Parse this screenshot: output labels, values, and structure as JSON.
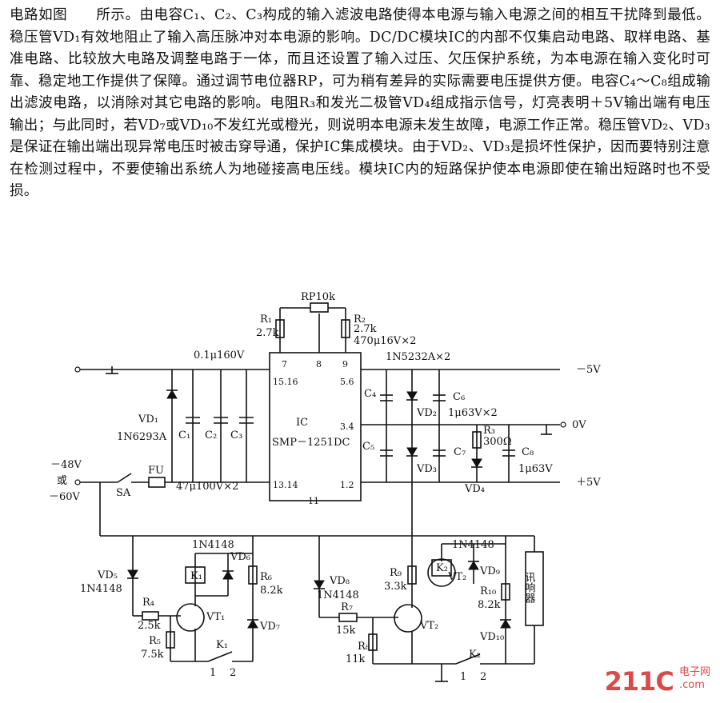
{
  "paragraph": "电路如图　　所示。由电容C₁、C₂、C₃构成的输入滤波电路使得本电源与输入电源之间的相互干扰降到最低。稳压管VD₁有效地阻止了输入高压脉冲对本电源的影响。DC/DC模块IC的内部不仅集启动电路、取样电路、基准电路、比较放大电路及调整电路于一体，而且还设置了输入过压、欠压保护系统，为本电源在输入变化时可靠、稳定地工作提供了保障。通过调节电位器RP，可为稍有差异的实际需要电压提供方便。电容C₄～C₈组成输出滤波电路，以消除对其它电路的影响。电阻R₃和发光二极管VD₄组成指示信号，灯亮表明＋5V输出端有电压输出；与此同时，若VD₇或VD₁₀不发红光或橙光，则说明本电源未发生故障，电源工作正常。稳压管VD₂、VD₃是保证在输出端出现异常电压时被击穿导通，保护IC集成模块。由于VD₂、VD₃是损坏性保护，因而要特别注意在检测过程中，不要使输出系统人为地碰接高电压线。模块IC内的短路保护使本电源即使在输出短路时也不受损。",
  "labels": {
    "rp": "RP10k",
    "r1": "R₁",
    "r1v": "2.7k",
    "r2": "R₂",
    "r2v": "2.7k",
    "c4c6v": "470μ16V×2",
    "c1v": "0.1μ160V",
    "zener_out": "1N5232A×2",
    "out_m5": "－5V",
    "out_0": "0V",
    "out_p5": "＋5V",
    "vd1": "VD₁",
    "vd1t": "1N6293A",
    "c1": "C₁",
    "c2": "C₂",
    "c3": "C₃",
    "c2c3v": "47μ100V×2",
    "in1": "－48V",
    "in2": "或",
    "in3": "－60V",
    "sa": "SA",
    "fu": "FU",
    "ic": "IC",
    "ict": "SMP－1251DC",
    "p7": "7",
    "p8": "8",
    "p9": "9",
    "p1516": "15.16",
    "p56": "5.6",
    "p34": "3.4",
    "p1314": "13.14",
    "p12": "1.2",
    "p11": "11",
    "c4": "C₄",
    "c5": "C₅",
    "c6": "C₆",
    "c6v": "1μ63V×2",
    "c7": "C₇",
    "c8": "C₈",
    "c8v": "1μ63V",
    "vd2": "VD₂",
    "vd3": "VD₃",
    "vd4": "VD₄",
    "r3": "R₃",
    "r3v": "300Ω",
    "vd5": "VD₅",
    "vd5t": "1N4148",
    "vd6": "VD₆",
    "vd6t": "1N4148",
    "k1": "K₁",
    "r4": "R₄",
    "r4v": "2.5k",
    "r5": "R₅",
    "r5v": "7.5k",
    "vt1": "VT₁",
    "r6": "R₆",
    "r6v": "8.2k",
    "vd7": "VD₇",
    "k1sw": "K₁",
    "n1": "1",
    "n2": "2",
    "vd8": "VD₈",
    "vd8t": "1N4148",
    "r7": "R₇",
    "r7v": "15k",
    "r8": "R₈",
    "r8v": "11k",
    "r9": "R₉",
    "r9v": "3.3k",
    "k2": "K₂",
    "vt2a": "VT₂",
    "vt2b": "VT₂",
    "vd9": "VD₉",
    "vd9t": "1N4148",
    "r10": "R₁₀",
    "r10v": "8.2k",
    "vd10": "VD₁₀",
    "k2sw": "K₂",
    "n3": "1",
    "n4": "2",
    "buzzer": "讯响器"
  },
  "watermark": {
    "number": "211C",
    "cn": "电子网",
    "url": ".com"
  }
}
